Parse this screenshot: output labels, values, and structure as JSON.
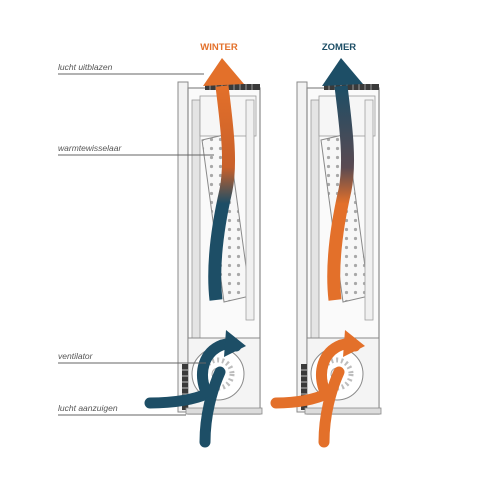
{
  "labels": {
    "outlet": "lucht uitblazen",
    "heat_exchanger": "warmtewisselaar",
    "fan": "ventilator",
    "intake": "lucht aanzuigen"
  },
  "seasons": {
    "winter": "WINTER",
    "summer": "ZOMER"
  },
  "colors": {
    "warm": "#e3702a",
    "cold": "#1d4e66",
    "unit_outline": "#8a8a8a",
    "unit_fill": "#ededed",
    "callout_line": "#666666"
  }
}
